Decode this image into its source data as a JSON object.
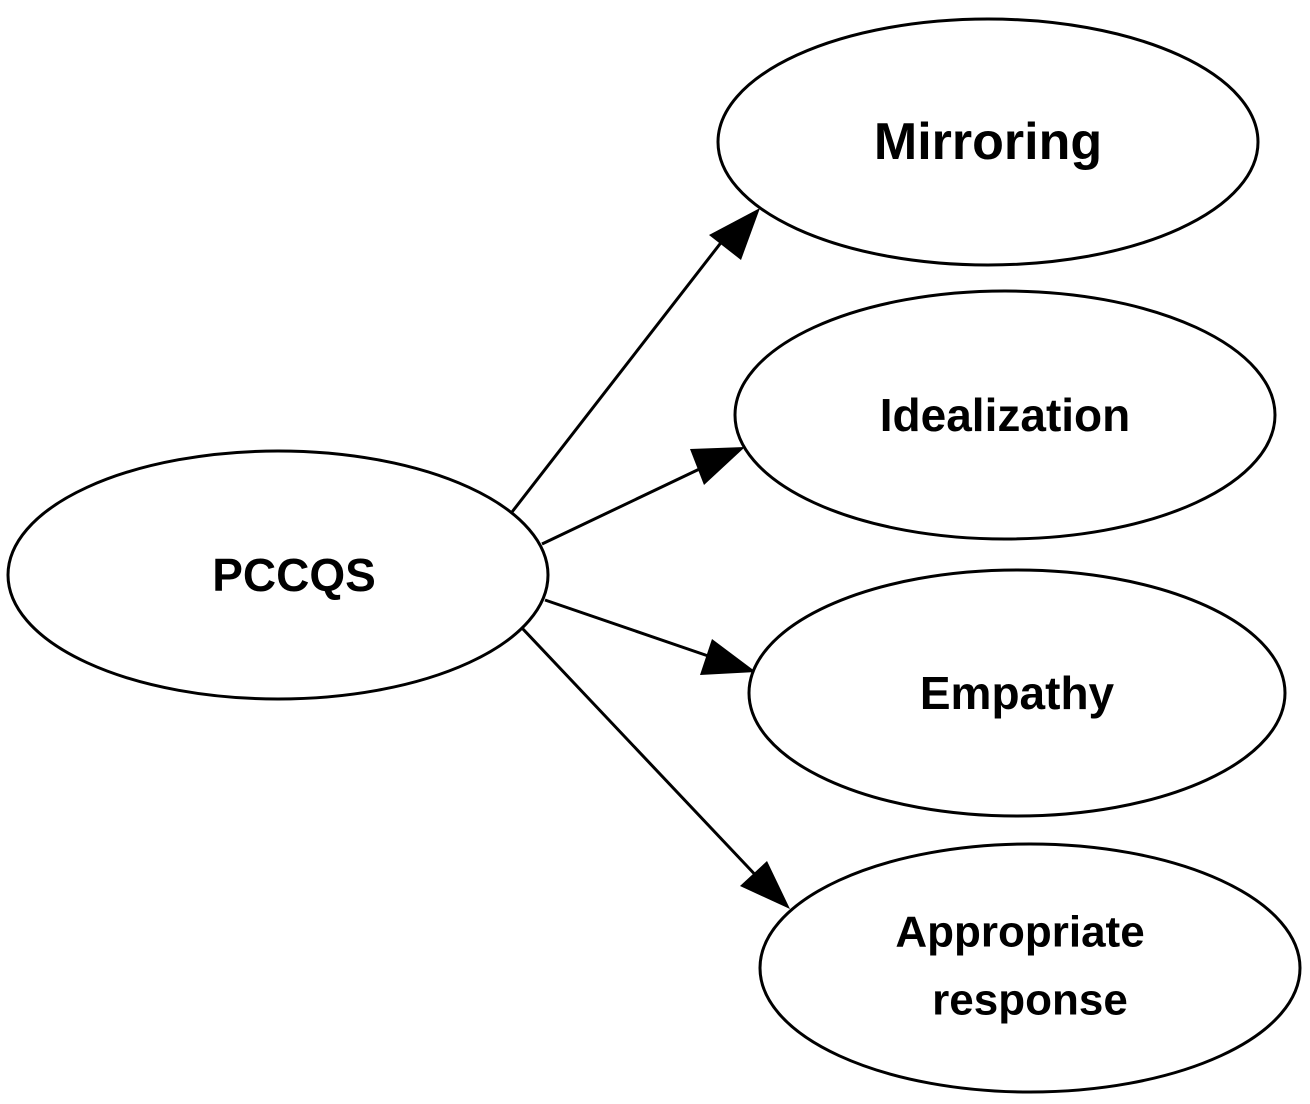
{
  "diagram": {
    "type": "path-model",
    "colors": {
      "stroke": "#000000",
      "fill": "#ffffff",
      "text": "#000000"
    },
    "nodes": [
      {
        "id": "pccqs",
        "label": "PCCQS"
      },
      {
        "id": "mirroring",
        "label": "Mirroring"
      },
      {
        "id": "idealization",
        "label": "Idealization"
      },
      {
        "id": "empathy",
        "label": "Empathy"
      },
      {
        "id": "appropriate-response",
        "label": "Appropriate response",
        "lines": [
          "Appropriate",
          "response"
        ]
      }
    ],
    "edges": [
      {
        "from": "pccqs",
        "to": "mirroring"
      },
      {
        "from": "pccqs",
        "to": "idealization"
      },
      {
        "from": "pccqs",
        "to": "empathy"
      },
      {
        "from": "pccqs",
        "to": "appropriate-response"
      }
    ]
  }
}
